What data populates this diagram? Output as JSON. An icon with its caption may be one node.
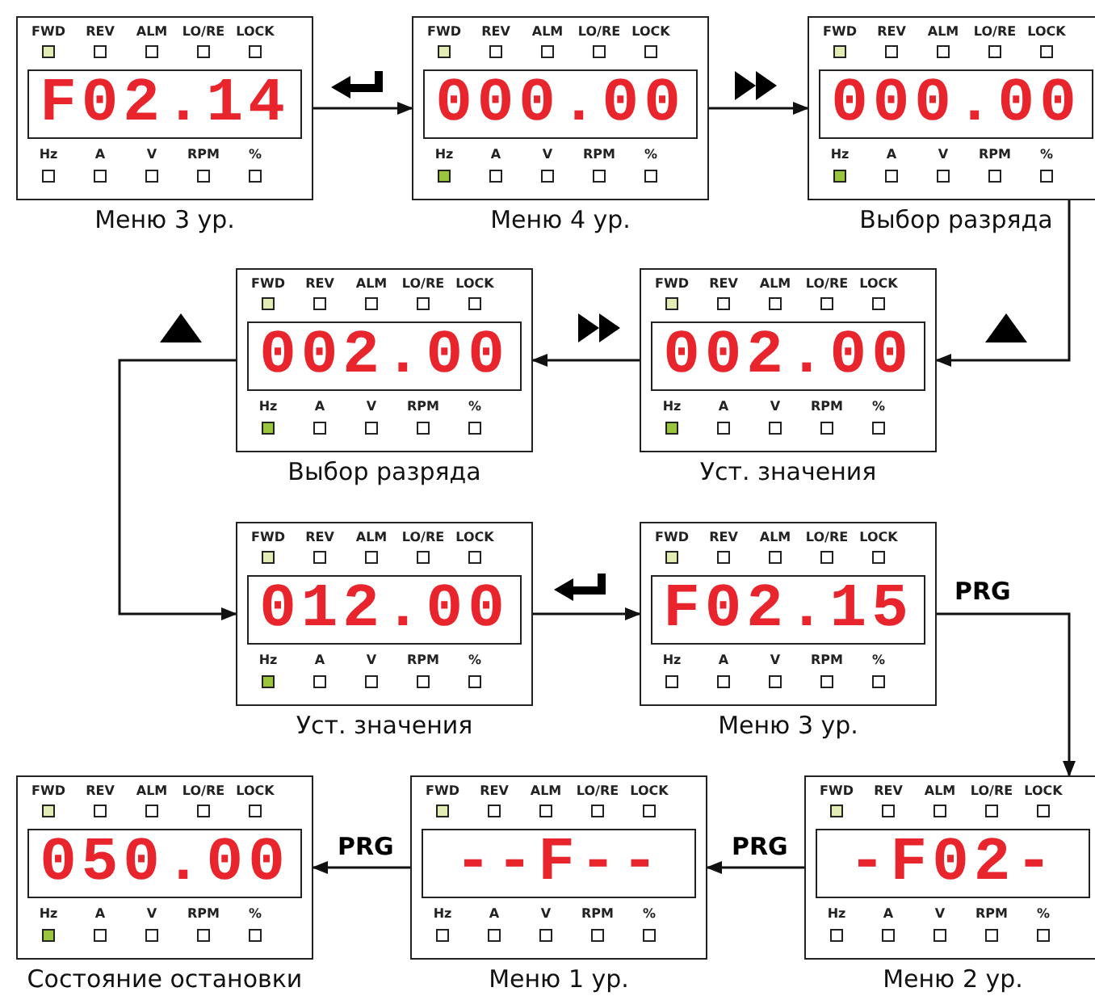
{
  "diagram": {
    "nodes": [
      {
        "text": [
          "FWD",
          "REV",
          "ALM",
          "LO/RE",
          "LOCK",
          "F02.14",
          "Hz",
          "A",
          "V",
          "RPM",
          "%"
        ],
        "beside": [
          "Меню 3 ур."
        ]
      },
      {
        "text": [
          "FWD",
          "REV",
          "ALM",
          "LO/RE",
          "LOCK",
          "000.00",
          "Hz",
          "A",
          "V",
          "RPM",
          "%"
        ],
        "beside": [
          "Меню 4 ур."
        ]
      },
      {
        "text": [
          "FWD",
          "REV",
          "ALM",
          "LO/RE",
          "LOCK",
          "000.00",
          "Hz",
          "A",
          "V",
          "RPM",
          "%"
        ],
        "beside": [
          "Выбор разряда"
        ]
      },
      {
        "text": [
          "FWD",
          "REV",
          "ALM",
          "LO/RE",
          "LOCK",
          "002.00",
          "Hz",
          "A",
          "V",
          "RPM",
          "%"
        ],
        "beside": [
          "Выбор разряда"
        ]
      },
      {
        "text": [
          "FWD",
          "REV",
          "ALM",
          "LO/RE",
          "LOCK",
          "002.00",
          "Hz",
          "A",
          "V",
          "RPM",
          "%"
        ],
        "beside": [
          "Уст. значения"
        ]
      },
      {
        "text": [
          "FWD",
          "REV",
          "ALM",
          "LO/RE",
          "LOCK",
          "012.00",
          "Hz",
          "A",
          "V",
          "RPM",
          "%"
        ],
        "beside": [
          "Уст. значения"
        ]
      },
      {
        "text": [
          "FWD",
          "REV",
          "ALM",
          "LO/RE",
          "LOCK",
          "F02.15",
          "Hz",
          "A",
          "V",
          "RPM",
          "%"
        ],
        "beside": [
          "Меню 3 ур."
        ]
      },
      {
        "text": [
          "FWD",
          "REV",
          "ALM",
          "LO/RE",
          "LOCK",
          "050.00",
          "Hz",
          "A",
          "V",
          "RPM",
          "%"
        ],
        "beside": [
          "Состояние остановки"
        ]
      },
      {
        "text": [
          "FWD",
          "REV",
          "ALM",
          "LO/RE",
          "LOCK",
          "--F--",
          "Hz",
          "A",
          "V",
          "RPM",
          "%"
        ],
        "beside": [
          "Меню 1 ур."
        ]
      },
      {
        "text": [
          "FWD",
          "REV",
          "ALM",
          "LO/RE",
          "LOCK",
          "-F02-",
          "Hz",
          "A",
          "V",
          "RPM",
          "%"
        ],
        "beside": [
          "Меню 2 ур."
        ]
      }
    ],
    "edges": [
      {
        "from": 0,
        "to": 1,
        "arrow": "to"
      },
      {
        "from": 1,
        "to": 2,
        "arrow": "to"
      },
      {
        "from": 2,
        "to": 4,
        "arrow": "to"
      },
      {
        "from": 4,
        "to": 3,
        "arrow": "to"
      },
      {
        "from": 3,
        "to": 5,
        "arrow": "to"
      },
      {
        "from": 5,
        "to": 6,
        "arrow": "to"
      },
      {
        "from": 6,
        "to": 9,
        "arrow": "to",
        "label": "PRG"
      },
      {
        "from": 9,
        "to": 8,
        "arrow": "to",
        "label": "PRG"
      },
      {
        "from": 8,
        "to": 7,
        "arrow": "to",
        "label": "PRG"
      }
    ]
  }
}
